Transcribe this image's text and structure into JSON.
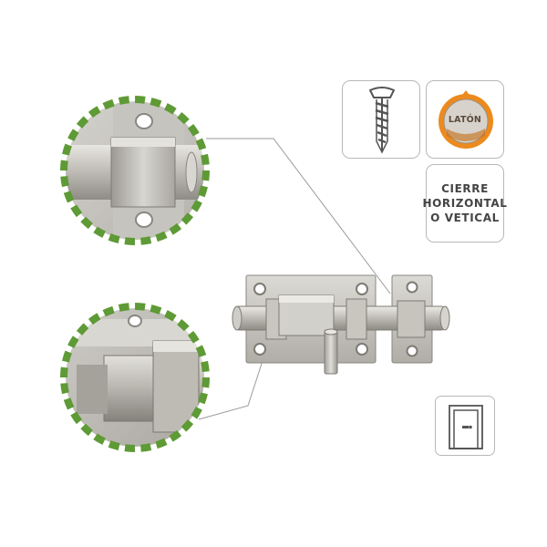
{
  "badges": {
    "brass_label": "LATÓN",
    "closure_line1": "CIERRE",
    "closure_line2": "HORIZONTAL",
    "closure_line3": "O VETICAL"
  },
  "icons": {
    "screw": "screw-icon",
    "brass": "brass-material-icon",
    "door": "door-icon"
  },
  "colors": {
    "zoom_ring": "#5e9a35",
    "brass_orange": "#ec8a1e",
    "metal": "#c2c0bb",
    "card_border": "#b8b8b8"
  }
}
